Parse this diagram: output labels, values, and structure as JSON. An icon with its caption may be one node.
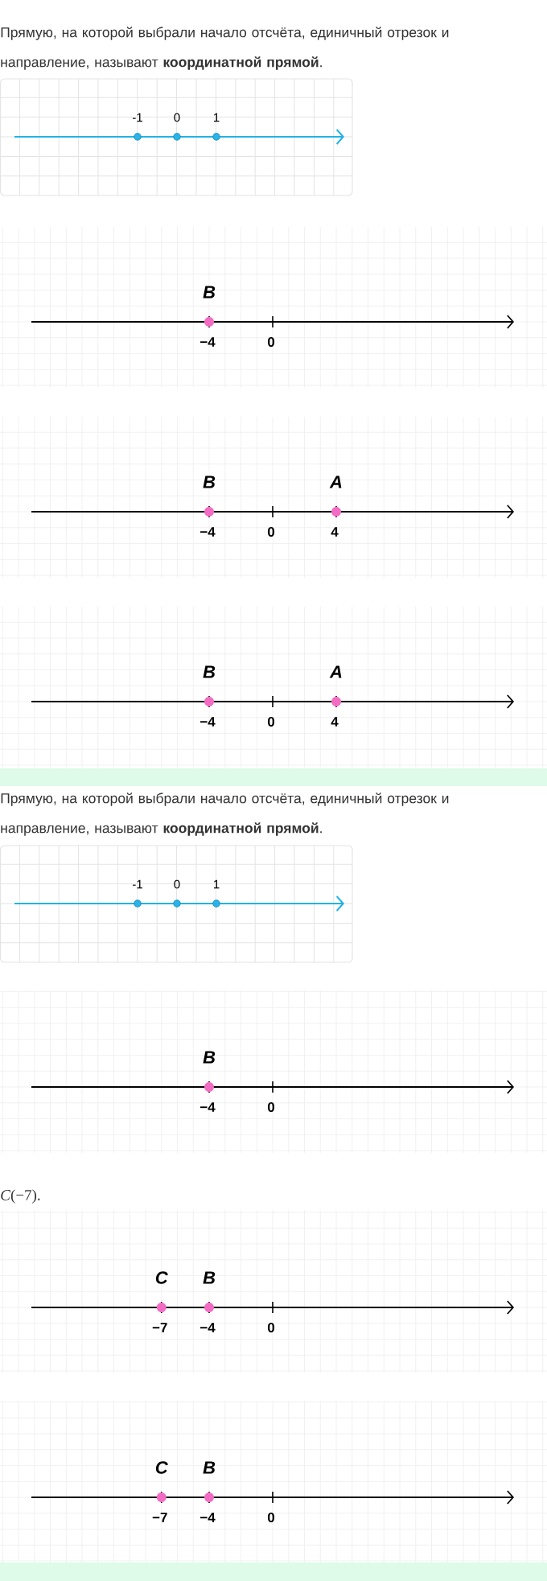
{
  "diagram": {
    "labels": [
      "Прямую, на которой выбрали начало отсчёта, единичный отрезок и направление, называют **координатной прямой**.",
      "-1",
      "0",
      "1",
      "B",
      "−4",
      "0",
      "B",
      "A",
      "−4",
      "0",
      "4",
      "B",
      "A",
      "−4",
      "0",
      "4",
      "Прямую, на которой выбрали начало отсчёта, единичный отрезок и направление, называют **координатной прямой**.",
      "-1",
      "0",
      "1",
      "B",
      "−4",
      "0",
      "*C*(−7).",
      "C",
      "B",
      "−7",
      "−4",
      "0",
      "C",
      "B",
      "−7",
      "−4",
      "0"
    ]
  }
}
